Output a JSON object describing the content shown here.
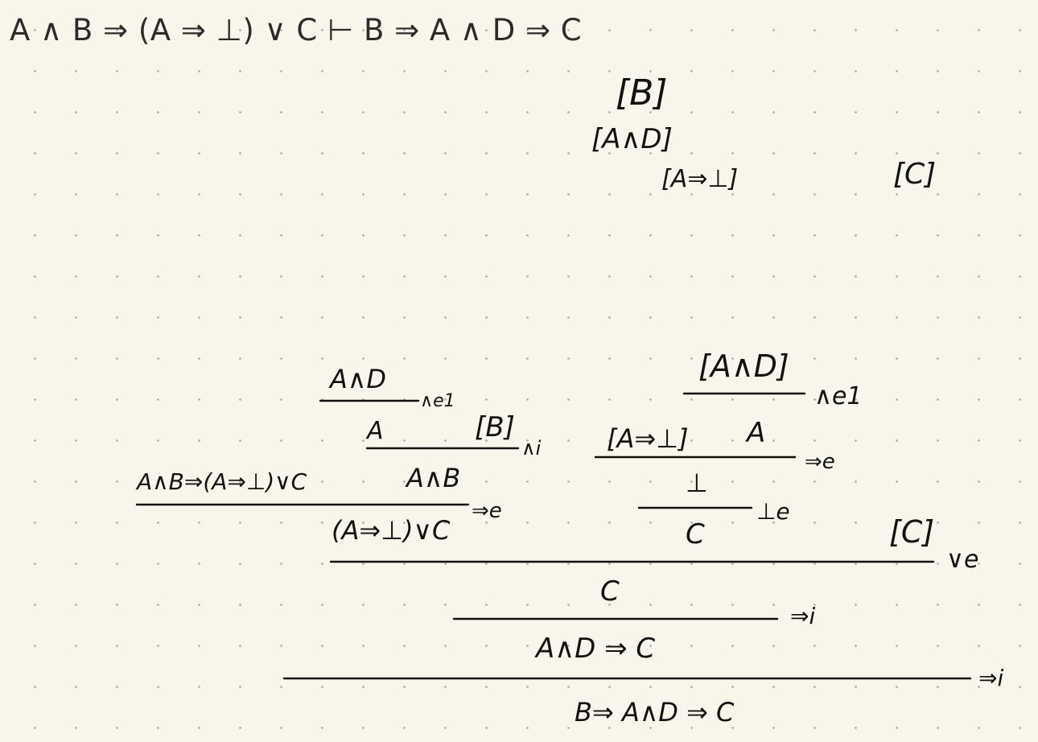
{
  "title": "A ∧ B ⇒ (A ⇒ ⊥) ∨ C ⊢ B ⇒ A ∧ D ⇒ C",
  "hypotheses": {
    "b": "[B]",
    "a_and_d": "[A∧D]",
    "a_imp_bot": "[A⇒⊥]",
    "c": "[C]"
  },
  "proof": {
    "left_premise": "A∧D",
    "left_rule1": "∧e1",
    "left_A": "A",
    "left_B": "[B]",
    "left_rule2": "∧i",
    "left_AB": "A∧B",
    "major_premise": "A∧B⇒(A⇒⊥)∨C",
    "rule_imp_e1": "⇒e",
    "disj": "(A⇒⊥)∨C",
    "right_premise": "[A∧D]",
    "right_rule1": "∧e1",
    "right_neg": "[A⇒⊥]",
    "right_A": "A",
    "rule_imp_e2": "⇒e",
    "bot": "⊥",
    "rule_bot_e": "⊥e",
    "right_C": "C",
    "case_C": "[C]",
    "rule_or_e": "∨e",
    "concl_C": "C",
    "rule_imp_i1": "⇒i",
    "concl_imp": "A∧D ⇒ C",
    "rule_imp_i2": "⇒i",
    "final": "B⇒ A∧D ⇒ C"
  }
}
